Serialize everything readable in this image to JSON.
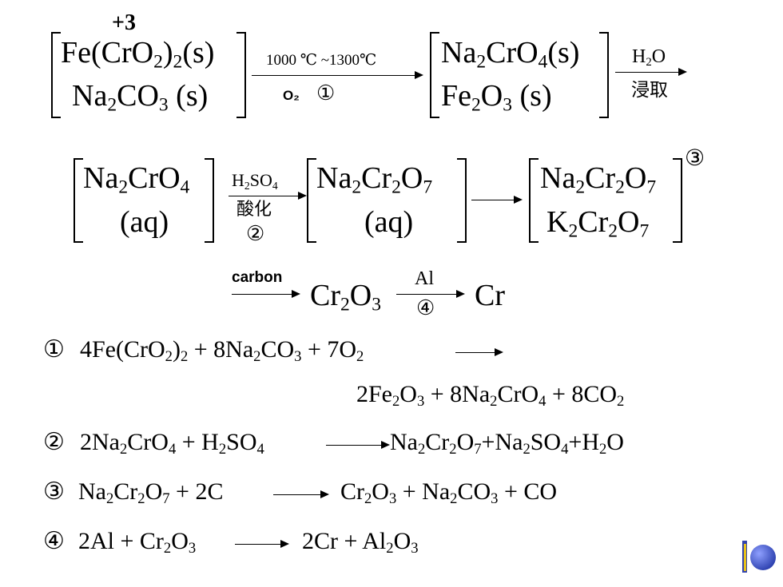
{
  "row1": {
    "oxidation_state": "+3",
    "reactant1": [
      "Fe(CrO",
      "2",
      ")",
      "2",
      "(s)"
    ],
    "reactant2": [
      "Na",
      "2",
      "CO",
      "3",
      " (s)"
    ],
    "arrow1_top": "1000 ℃ ~1300℃",
    "arrow1_bottom_reagent": "O₂",
    "arrow1_bottom_step": "①",
    "product1": [
      "Na",
      "2",
      "CrO",
      "4",
      "(s)"
    ],
    "product2": [
      "Fe",
      "2",
      "O",
      "3",
      " (s)"
    ],
    "arrow2_top": [
      "H",
      "2",
      "O"
    ],
    "arrow2_bottom": "浸取"
  },
  "row2": {
    "c1_line1": [
      "Na",
      "2",
      "CrO",
      "4"
    ],
    "c1_line2": "(aq)",
    "arrow_top": [
      "H",
      "2",
      "SO",
      "4"
    ],
    "arrow_bottom": "酸化",
    "arrow_step": "②",
    "c2_line1": [
      "Na",
      "2",
      "Cr",
      "2",
      "O",
      "7"
    ],
    "c2_line2": "(aq)",
    "c3_line1": [
      "Na",
      "2",
      "Cr",
      "2",
      "O",
      "7"
    ],
    "c3_line2": [
      "K",
      "2",
      "Cr",
      "2",
      "O",
      "7"
    ],
    "step3_mark": "③"
  },
  "row3": {
    "arrow1_top": "carbon",
    "mid": [
      "Cr",
      "2",
      "O",
      "3"
    ],
    "arrow2_top": "Al",
    "arrow2_bottom": "④",
    "end": "Cr"
  },
  "equations": {
    "eq1_num": "①",
    "eq1_lhs": [
      "4Fe(CrO",
      "2",
      ")",
      "2",
      " + 8Na",
      "2",
      "CO",
      "3",
      " + 7O",
      "2"
    ],
    "eq1_rhs": [
      "2Fe",
      "2",
      "O",
      "3",
      " + 8Na",
      "2",
      "CrO",
      "4",
      " + 8CO",
      "2"
    ],
    "eq2_num": "②",
    "eq2_lhs": [
      "2Na",
      "2",
      "CrO",
      "4",
      " + H",
      "2",
      "SO",
      "4"
    ],
    "eq2_rhs": [
      "Na",
      "2",
      "Cr",
      "2",
      "O",
      "7",
      "+Na",
      "2",
      "SO",
      "4",
      "+H",
      "2",
      "O"
    ],
    "eq3_num": "③",
    "eq3_lhs": [
      "Na",
      "2",
      "Cr",
      "2",
      "O",
      "7",
      " + 2C"
    ],
    "eq3_rhs": [
      "Cr",
      "2",
      "O",
      "3",
      " + Na",
      "2",
      "CO",
      "3",
      " + CO"
    ],
    "eq4_num": "④",
    "eq4_lhs": [
      "2Al + Cr",
      "2",
      "O",
      "3"
    ],
    "eq4_rhs": [
      "2Cr + Al",
      "2",
      "O",
      "3"
    ]
  },
  "colors": {
    "logo_blue": "#2b3fae",
    "logo_yellow": "#e8c21a",
    "logo_bar": "#3344aa"
  }
}
